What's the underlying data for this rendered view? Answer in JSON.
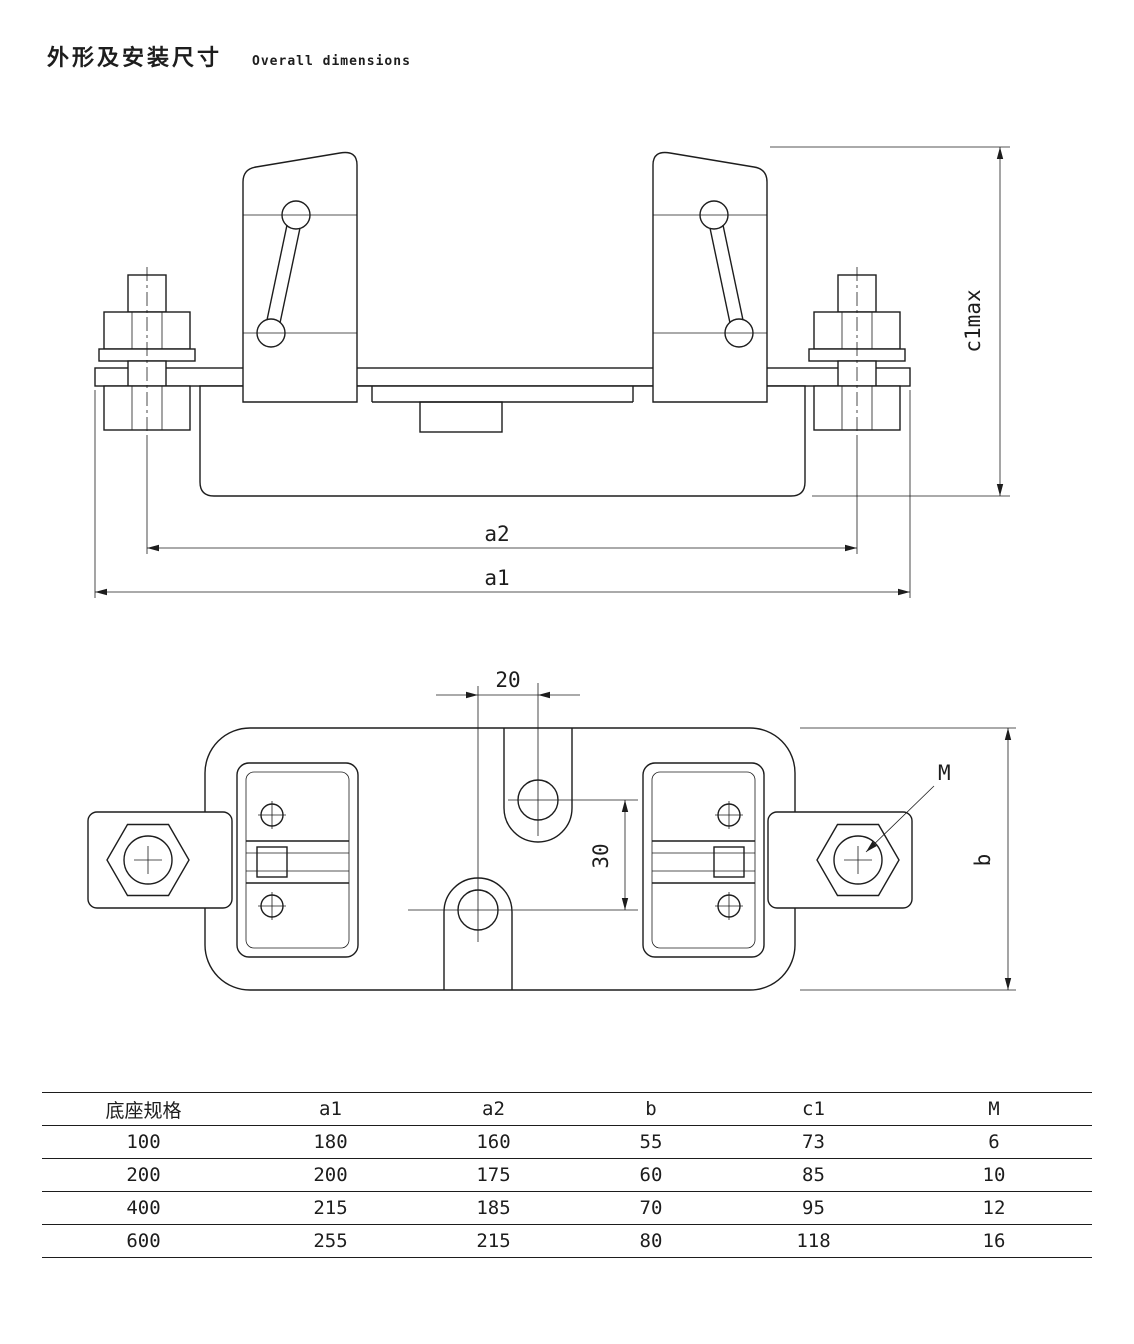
{
  "page": {
    "title_zh": "外形及安装尺寸",
    "title_en": "Overall dimensions"
  },
  "front_view": {
    "label_c1max": "c1max",
    "label_a2": "a2",
    "label_a1": "a1"
  },
  "top_view": {
    "label_20": "20",
    "label_30": "30",
    "label_m": "M",
    "label_b": "b"
  },
  "table": {
    "headers": [
      "底座规格",
      "a1",
      "a2",
      "b",
      "c1",
      "M"
    ],
    "rows": [
      [
        "100",
        "180",
        "160",
        "55",
        "73",
        "6"
      ],
      [
        "200",
        "200",
        "175",
        "60",
        "85",
        "10"
      ],
      [
        "400",
        "215",
        "185",
        "70",
        "95",
        "12"
      ],
      [
        "600",
        "255",
        "215",
        "80",
        "118",
        "16"
      ]
    ]
  },
  "colors": {
    "line": "#1d1d1d",
    "background": "#ffffff"
  }
}
